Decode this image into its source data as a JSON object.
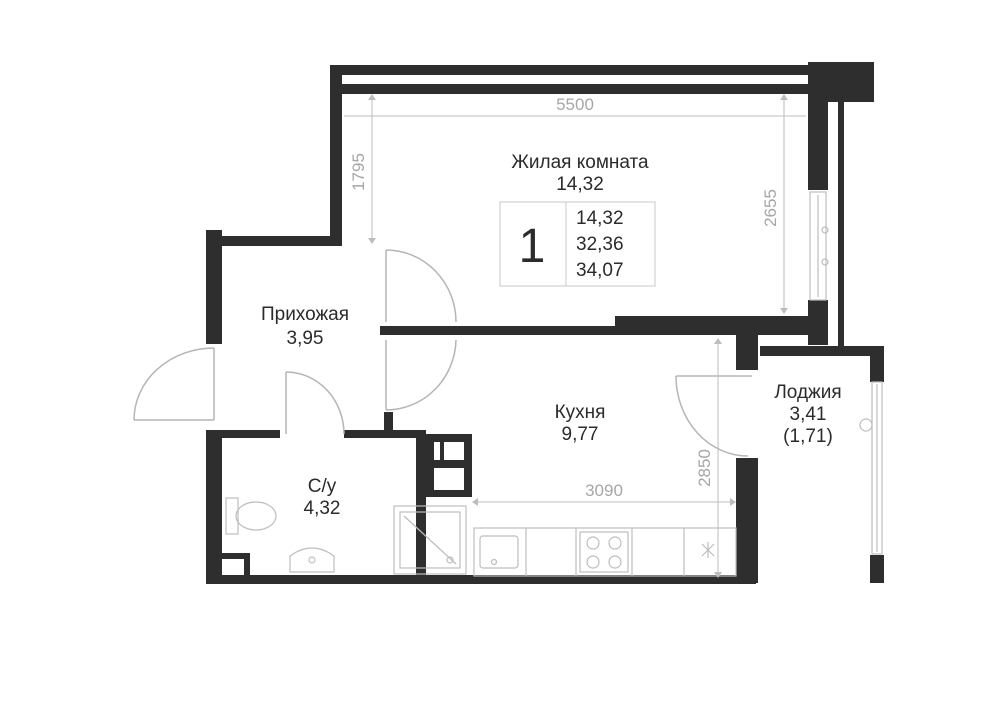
{
  "rooms": {
    "living": {
      "name": "Жилая комната",
      "area": "14,32"
    },
    "hallway": {
      "name": "Прихожая",
      "area": "3,95"
    },
    "kitchen": {
      "name": "Кухня",
      "area": "9,77"
    },
    "bathroom": {
      "name": "С/у",
      "area": "4,32"
    },
    "loggia": {
      "name": "Лоджия",
      "area": "3,41",
      "reduced_area": "(1,71)"
    }
  },
  "summary": {
    "rooms_count": "1",
    "living_area": "14,32",
    "total_area": "32,36",
    "total_area_with_loggia": "34,07"
  },
  "dimensions": {
    "living_width": "5500",
    "living_depth_left": "1795",
    "living_depth_right": "2655",
    "kitchen_width": "3090",
    "kitchen_depth": "2850"
  },
  "colors": {
    "wall": "#2e2e2e",
    "fixture_line": "#bdbdbd",
    "dimension_text": "#a6a6a6"
  }
}
